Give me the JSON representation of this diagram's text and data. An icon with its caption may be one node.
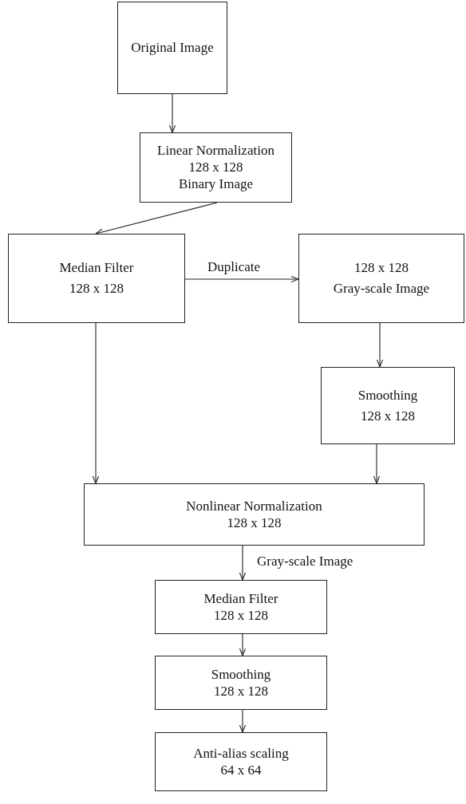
{
  "diagram": {
    "nodes": [
      {
        "text": [
          "Original Image"
        ]
      },
      {
        "text": [
          "Linear Normalization",
          "128 x 128",
          "Binary Image"
        ]
      },
      {
        "text": [
          "Median Filter",
          "128 x 128"
        ]
      },
      {
        "text": [
          "128 x 128",
          "Gray-scale Image"
        ]
      },
      {
        "text": [
          "Smoothing",
          "128 x 128"
        ]
      },
      {
        "text": [
          "Nonlinear Normalization",
          "128 x 128"
        ]
      },
      {
        "text": [
          "Median Filter",
          "128 x 128"
        ]
      },
      {
        "text": [
          "Smoothing",
          "128 x 128"
        ]
      },
      {
        "text": [
          "Anti-alias scaling",
          "64 x 64"
        ]
      }
    ],
    "edges": [
      {
        "from": 0,
        "to": 1,
        "arrow": "to"
      },
      {
        "from": 1,
        "to": 2,
        "arrow": "to"
      },
      {
        "from": 2,
        "to": 3,
        "arrow": "to",
        "label": "Duplicate"
      },
      {
        "from": 3,
        "to": 4,
        "arrow": "to"
      },
      {
        "from": 2,
        "to": 5,
        "arrow": "to"
      },
      {
        "from": 4,
        "to": 5,
        "arrow": "to"
      },
      {
        "from": 5,
        "to": 6,
        "arrow": "to",
        "label": "Gray-scale Image"
      },
      {
        "from": 6,
        "to": 7,
        "arrow": "to"
      },
      {
        "from": 7,
        "to": 8,
        "arrow": "to"
      }
    ]
  }
}
